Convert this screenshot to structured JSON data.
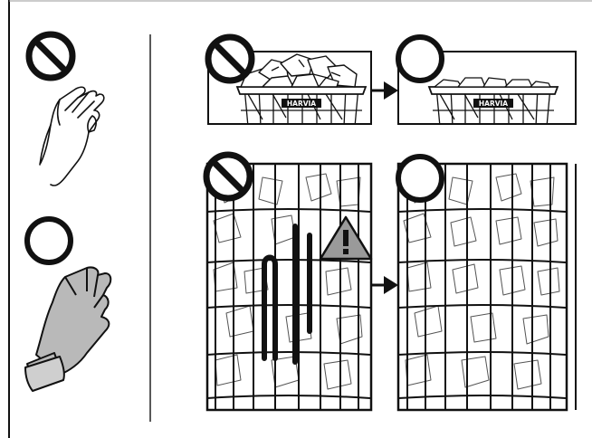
{
  "brand_label": "HARVIA",
  "colors": {
    "ink": "#111111",
    "glove_fill": "#b9b9b9",
    "stone_fill": "#ffffff",
    "warning_fill": "#9a9a9a"
  },
  "panels": {
    "hands": [
      {
        "symbol": "prohibited-icon",
        "item": "bare-hand-icon",
        "meaning": ""
      },
      {
        "symbol": "allowed-icon",
        "item": "gloved-hand-icon",
        "meaning": ""
      }
    ],
    "top_row": [
      {
        "symbol": "prohibited-icon",
        "item": "heater-overfilled-stones"
      },
      {
        "symbol": "allowed-icon",
        "item": "heater-level-stones"
      }
    ],
    "bottom_row": [
      {
        "symbol": "prohibited-icon",
        "item": "heater-elements-visible",
        "badge": "warning-icon"
      },
      {
        "symbol": "allowed-icon",
        "item": "heater-elements-covered"
      }
    ]
  }
}
